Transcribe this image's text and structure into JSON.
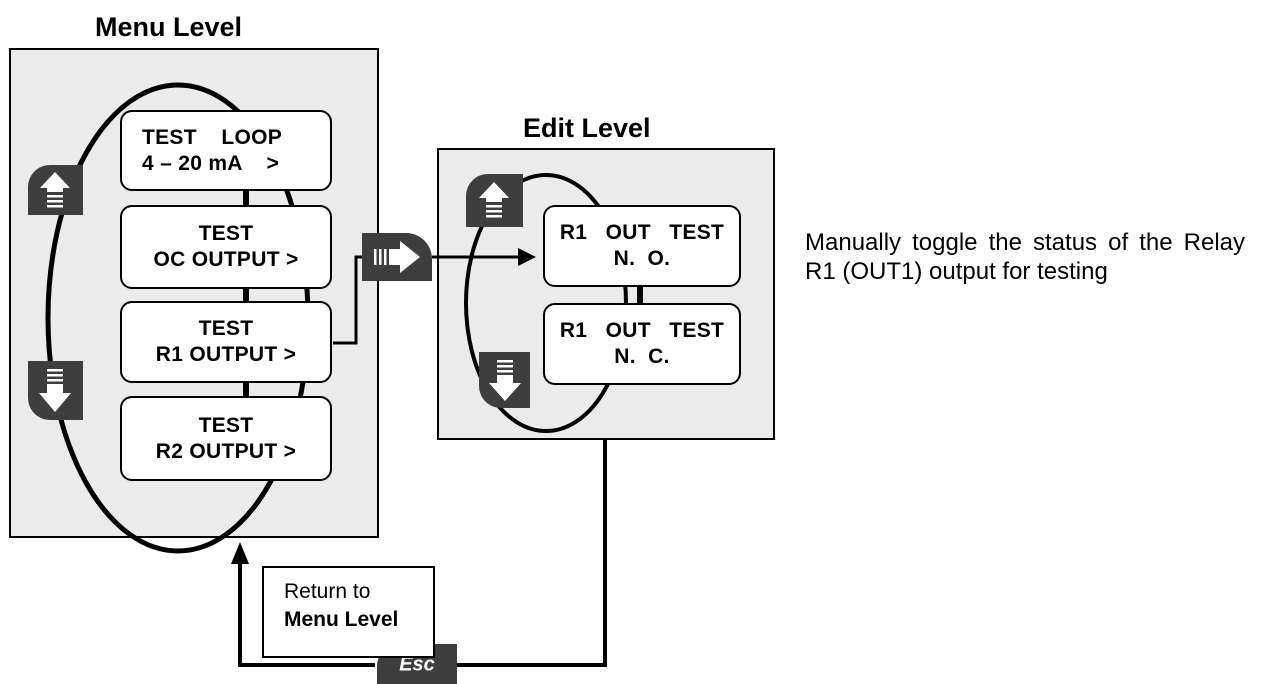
{
  "menu_level": {
    "title": "Menu Level",
    "items": [
      {
        "line1": "TEST    LOOP",
        "line2": "4 – 20 mA    >"
      },
      {
        "line1": "TEST",
        "line2": "OC OUTPUT >"
      },
      {
        "line1": "TEST",
        "line2": "R1 OUTPUT >"
      },
      {
        "line1": "TEST",
        "line2": "R2 OUTPUT >"
      }
    ],
    "up_key": "up-arrow-icon",
    "down_key": "down-arrow-icon"
  },
  "edit_level": {
    "title": "Edit Level",
    "items": [
      {
        "line1": "R1   OUT   TEST",
        "line2": "N.  O."
      },
      {
        "line1": "R1   OUT   TEST",
        "line2": "N.  C."
      }
    ],
    "up_key": "up-arrow-icon",
    "down_key": "down-arrow-icon"
  },
  "enter_key": "right-arrow-icon",
  "esc_key": {
    "icon": "esc-key-icon",
    "label": "Esc"
  },
  "return_box": {
    "line1": "Return to",
    "line2": "Menu Level"
  },
  "description": "Manually toggle the status of the Relay    R1 (OUT1) output for testing",
  "colors": {
    "panel": "#ebebeb",
    "key": "#3e3e3e",
    "line": "#000000"
  }
}
